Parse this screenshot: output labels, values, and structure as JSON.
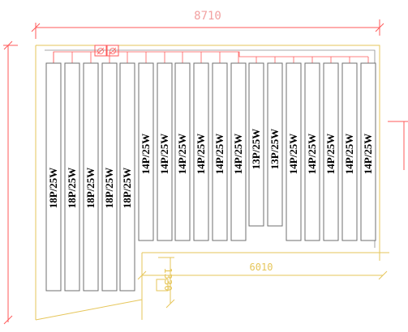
{
  "dimensions": {
    "top_width": "8710",
    "inner_width": "6010",
    "small_height": "1330"
  },
  "colors": {
    "dimension_red": "#ff5a5a",
    "dimension_yellow": "#e6c65a",
    "outline_gray": "#8a8a8a",
    "panel_stroke": "#6f6f6f"
  },
  "panels": [
    {
      "label": "18P/25W"
    },
    {
      "label": "18P/25W"
    },
    {
      "label": "18P/25W"
    },
    {
      "label": "18P/25W"
    },
    {
      "label": "18P/25W"
    },
    {
      "label": "14P/25W"
    },
    {
      "label": "14P/25W"
    },
    {
      "label": "14P/25W"
    },
    {
      "label": "14P/25W"
    },
    {
      "label": "14P/25W"
    },
    {
      "label": "14P/25W"
    },
    {
      "label": "13P/25W"
    },
    {
      "label": "13P/25W"
    },
    {
      "label": "14P/25W"
    },
    {
      "label": "14P/25W"
    },
    {
      "label": "14P/25W"
    },
    {
      "label": "14P/25W"
    },
    {
      "label": "14P/25W"
    }
  ],
  "icons": [
    "combiner-box-icon",
    "combiner-box-icon"
  ]
}
